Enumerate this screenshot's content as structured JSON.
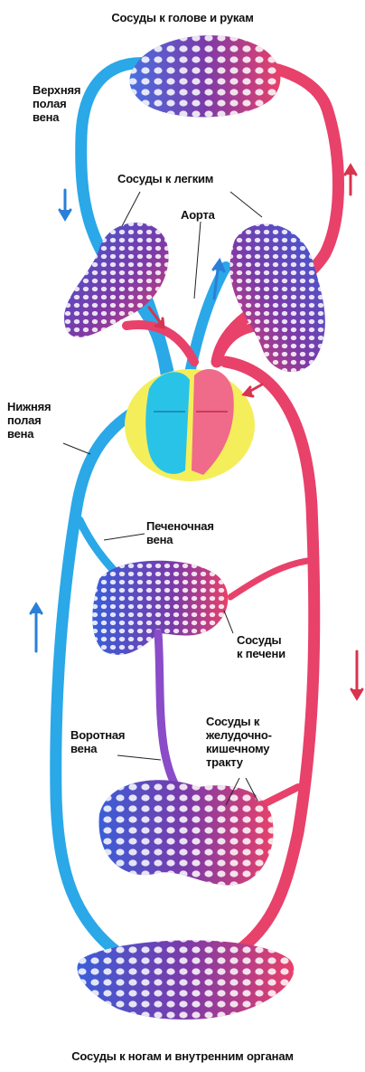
{
  "labels": {
    "title_top": "Сосуды к голове и рукам",
    "title_bottom": "Сосуды к ногам и внутренним органам",
    "superior_vena_cava": "Верхняя\nполая\nвена",
    "lung_vessels": "Сосуды к легким",
    "aorta": "Аорта",
    "inferior_vena_cava": "Нижняя\nполая\nвена",
    "hepatic_vein": "Печеночная\nвена",
    "liver_vessels": "Сосуды\nк печени",
    "portal_vein": "Воротная\nвена",
    "gi_vessels": "Сосуды к\nжелудочно-\nкишечному\nтракту"
  },
  "colors": {
    "venous": "#2aa8e8",
    "arterial": "#e8416a",
    "capillary_mix": "#7b3aa8",
    "portal": "#8a4cc8",
    "heart_sac": "#f4ee5a",
    "heart_venous": "#29c3e8",
    "heart_arterial": "#f06a8a",
    "flow_arrow_blue": "#2a7fd8",
    "flow_arrow_red": "#d8344e"
  }
}
